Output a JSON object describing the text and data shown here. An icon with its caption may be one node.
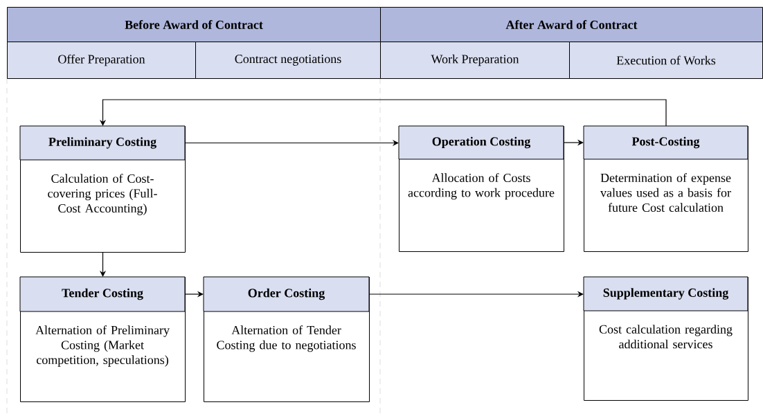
{
  "diagram": {
    "nodes": [
      {
        "text": [
          "Before Award of Contract"
        ]
      },
      {
        "text": [
          "After Award of Contract"
        ]
      },
      {
        "text": [
          "Offer Preparation"
        ]
      },
      {
        "text": [
          "Contract negotiations"
        ]
      },
      {
        "text": [
          "Work Preparation"
        ]
      },
      {
        "text": [
          "Execution of Works"
        ]
      },
      {
        "text": [
          "Preliminary Costing",
          "Calculation of Cost-covering prices (Full-Cost Accounting)"
        ]
      },
      {
        "text": [
          "Operation Costing",
          "Allocation of Costs according to work procedure"
        ]
      },
      {
        "text": [
          "Post-Costing",
          "Determination of expense values used as a basis for future Cost calculation"
        ]
      },
      {
        "text": [
          "Tender Costing",
          "Alternation of Preliminary Costing (Market competition, speculations)"
        ]
      },
      {
        "text": [
          "Order Costing",
          "Alternation of Tender Costing due to negotiations"
        ]
      },
      {
        "text": [
          "Supplementary Costing",
          "Cost calculation regarding additional services"
        ]
      }
    ],
    "edges": [
      {
        "from": 6,
        "to": 7,
        "arrow": "to"
      },
      {
        "from": 7,
        "to": 8,
        "arrow": "to"
      },
      {
        "from": 8,
        "to": 6,
        "arrow": "to"
      },
      {
        "from": 6,
        "to": 9,
        "arrow": "to"
      },
      {
        "from": 9,
        "to": 10,
        "arrow": "to"
      },
      {
        "from": 10,
        "to": 11,
        "arrow": "to"
      }
    ]
  }
}
